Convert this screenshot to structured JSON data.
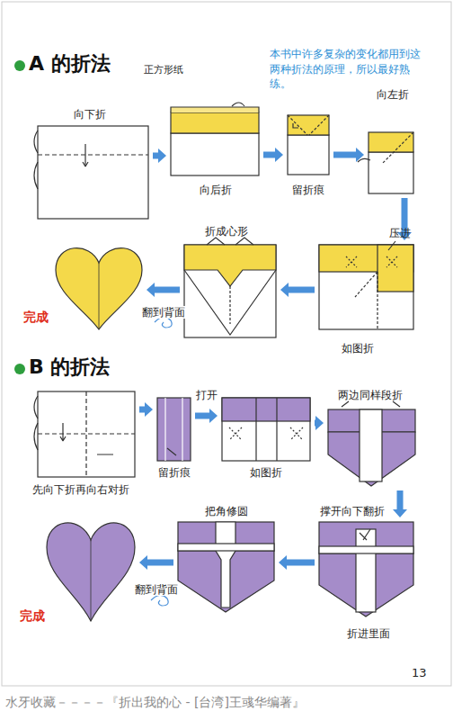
{
  "diagram": {
    "nodes": [
      {
        "text": [
          "向下折"
        ]
      },
      {
        "text": [
          "向后折"
        ]
      },
      {
        "text": [
          "留折痕"
        ]
      },
      {
        "text": [
          "向左折"
        ]
      },
      {
        "text": [
          "压进",
          "如图折"
        ]
      },
      {
        "text": [
          "折成心形"
        ]
      },
      {
        "text": [
          "完成"
        ]
      },
      {
        "text": [
          "先向下折再向右对折"
        ]
      },
      {
        "text": [
          "留折痕"
        ]
      },
      {
        "text": [
          "如图折"
        ]
      },
      {
        "text": [
          "两边同样段折"
        ]
      },
      {
        "text": [
          "撑开向下翻折",
          "折进里面"
        ]
      },
      {
        "text": [
          "把角修圆"
        ]
      },
      {
        "text": [
          "完成"
        ]
      }
    ],
    "edges": [
      {
        "from": 0,
        "to": 1,
        "arrow": "to"
      },
      {
        "from": 1,
        "to": 2,
        "arrow": "to"
      },
      {
        "from": 2,
        "to": 3,
        "arrow": "to"
      },
      {
        "from": 3,
        "to": 4,
        "arrow": "to"
      },
      {
        "from": 4,
        "to": 5,
        "arrow": "to"
      },
      {
        "from": 5,
        "to": 6,
        "label": "翻到背面",
        "arrow": "to"
      },
      {
        "from": 7,
        "to": 8,
        "arrow": "to"
      },
      {
        "from": 8,
        "to": 9,
        "label": "打开",
        "arrow": "to"
      },
      {
        "from": 9,
        "to": 10,
        "arrow": "to"
      },
      {
        "from": 10,
        "to": 11,
        "arrow": "to"
      },
      {
        "from": 11,
        "to": 12,
        "arrow": "to"
      },
      {
        "from": 12,
        "to": 13,
        "label": "翻到背面",
        "arrow": "to"
      }
    ],
    "labels": [
      "A 的折法",
      "正方形纸",
      "本书中许多复杂的变化都用到这两种折法的原理，所以最好熟练。",
      "B 的折法",
      "13",
      "水牙收藏－－－－『折出我的心 - [台湾]王彧华编著』"
    ]
  }
}
